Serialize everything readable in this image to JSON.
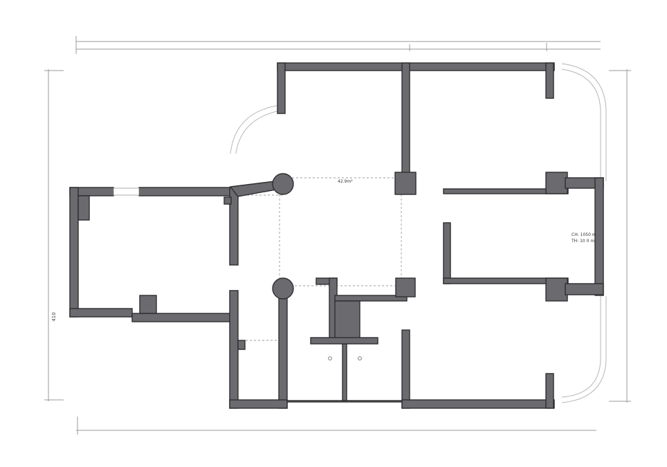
{
  "plan": {
    "dimensions": {
      "left_side": "410"
    },
    "labels": {
      "ceiling_span": "42.9m²",
      "ceiling_height": "CH: 1050 m",
      "top_height": "TH: 10 0 m"
    },
    "colors": {
      "wall_fill": "#6b6b6f",
      "wall_outline": "#2e2e30",
      "dimension_lines": "#9a9a9a",
      "background": "#ffffff"
    }
  }
}
